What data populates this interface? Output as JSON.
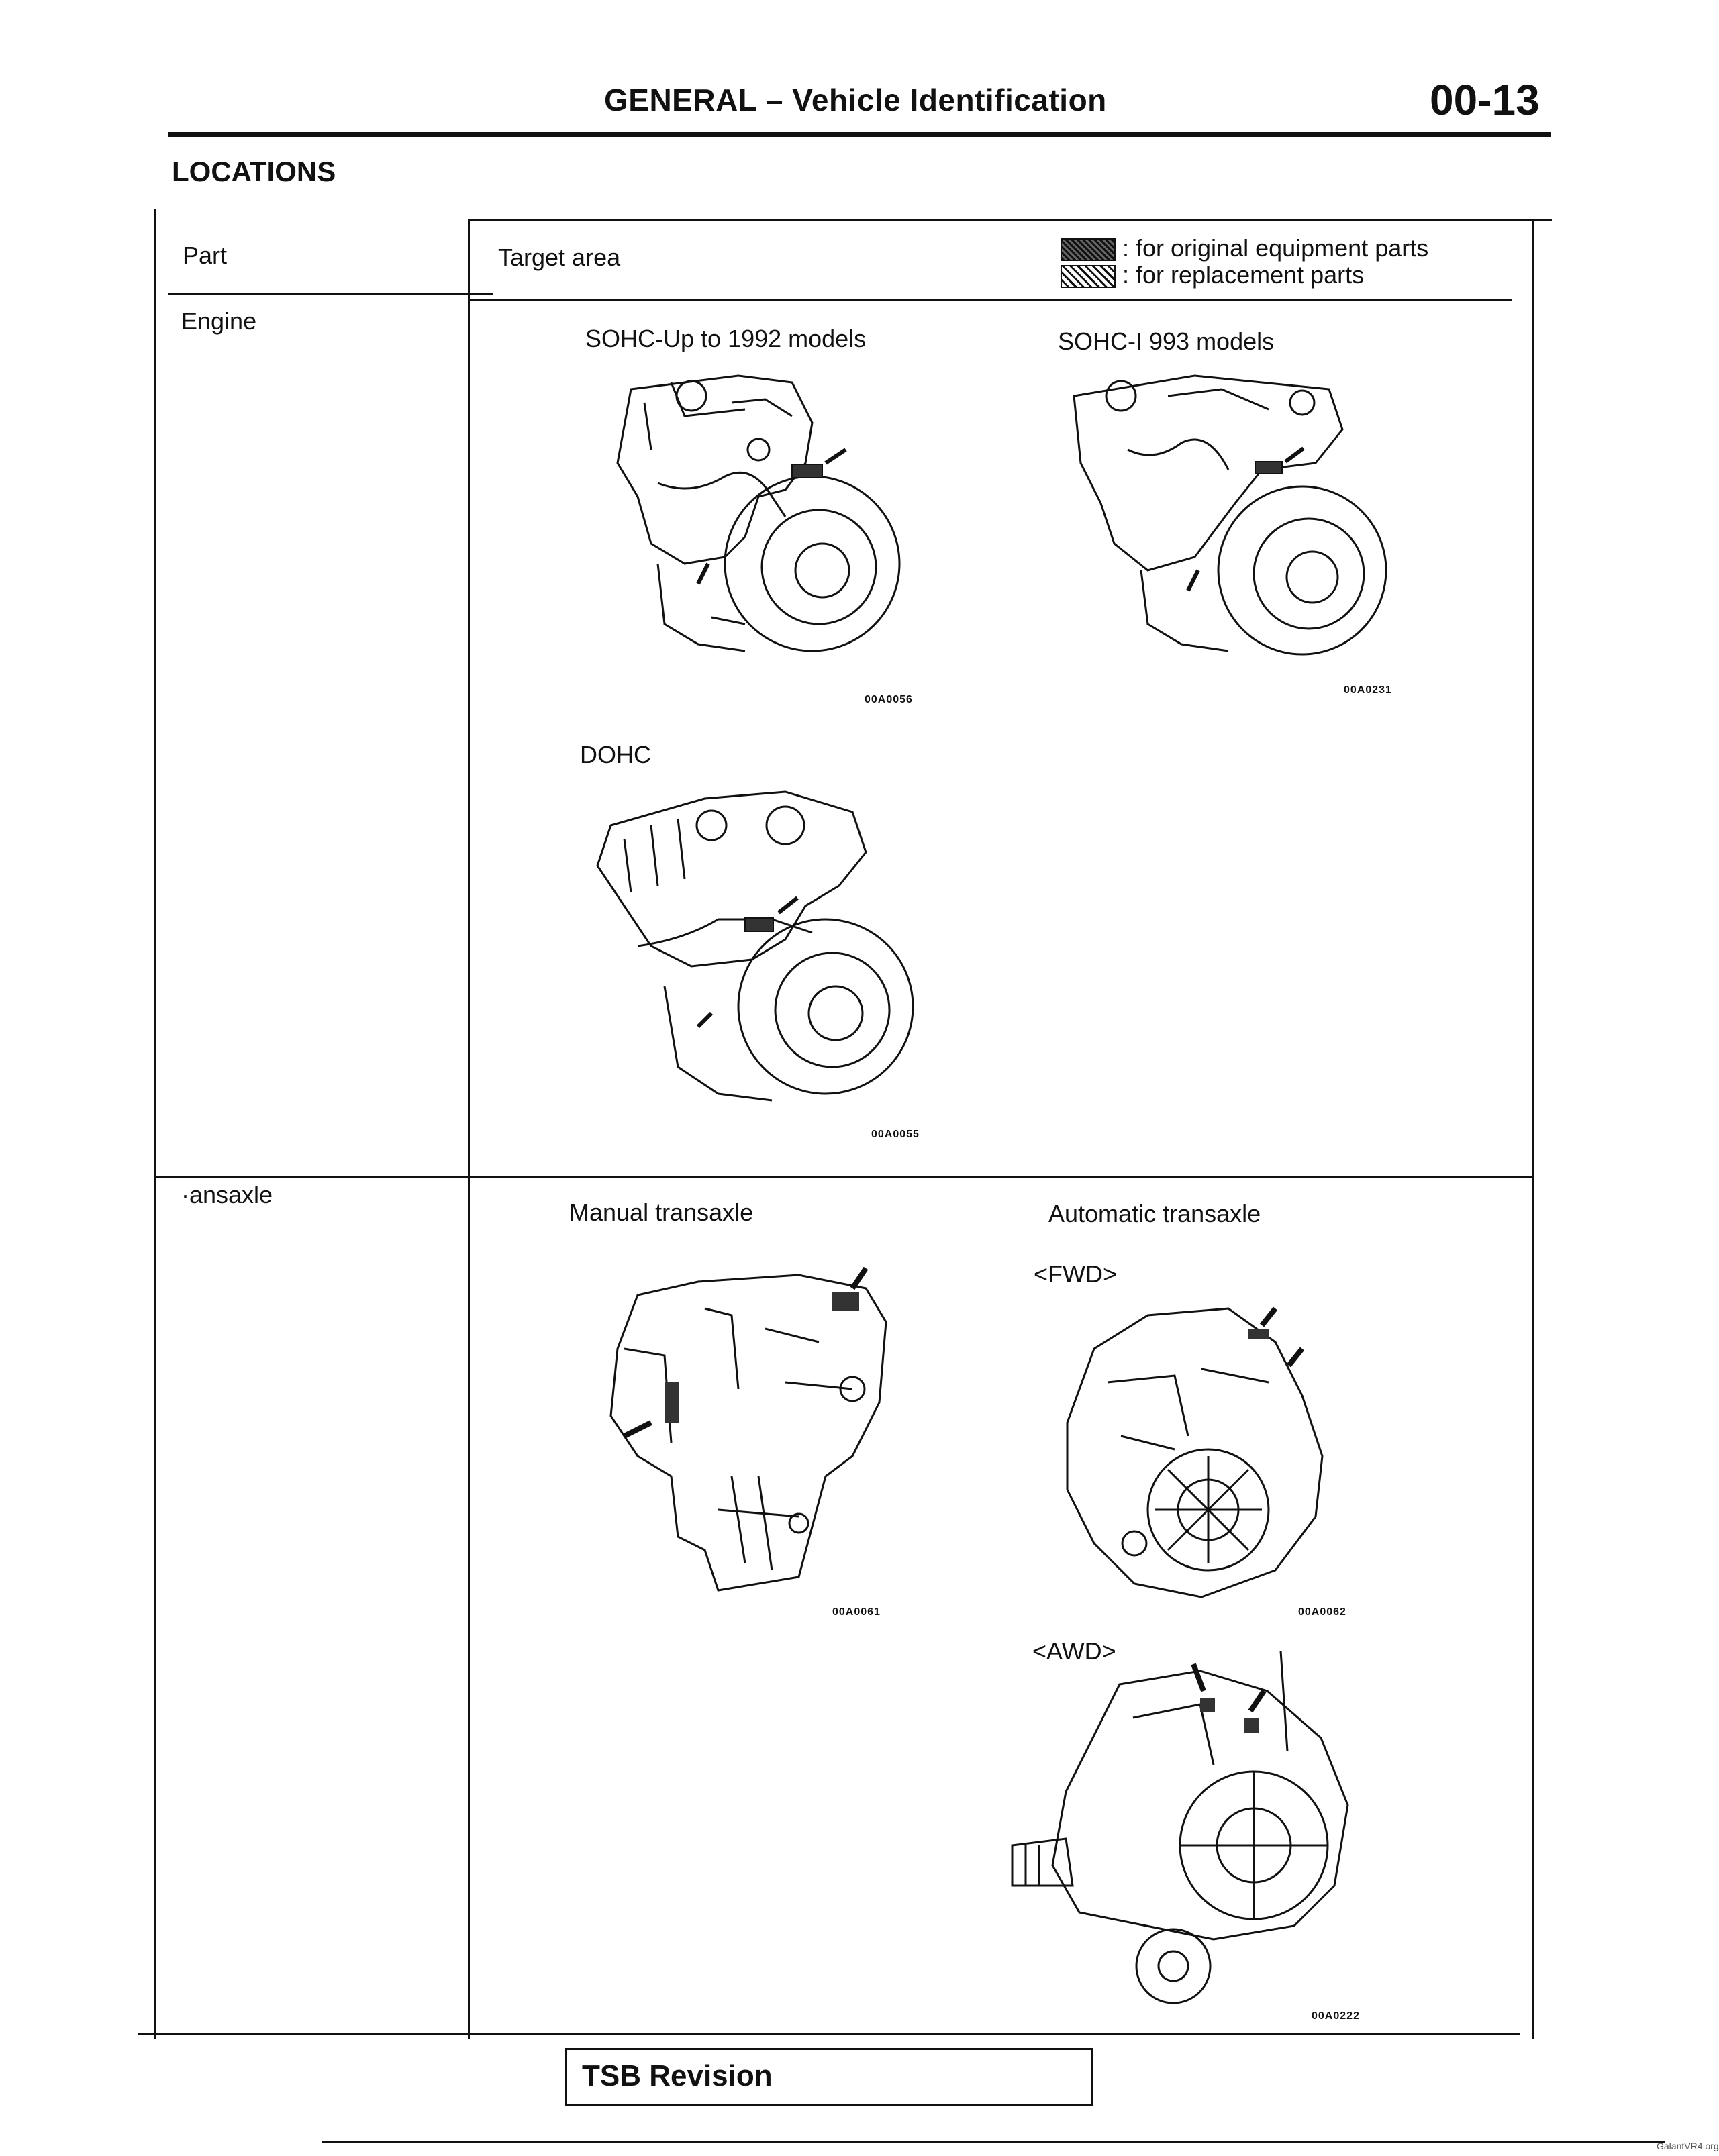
{
  "header": {
    "title": "GENERAL – Vehicle Identification",
    "page_number": "00-13"
  },
  "section_title": "LOCATIONS",
  "table": {
    "col_part": "Part",
    "col_target": "Target area",
    "legend": {
      "original": ": for original equipment parts",
      "replacement": ": for replacement parts"
    },
    "rows": [
      {
        "part": "Engine",
        "figures": [
          {
            "caption": "SOHC-Up to 1992 models",
            "code": "00A0056"
          },
          {
            "caption": "SOHC-I 993 models",
            "code": "00A0231"
          },
          {
            "caption": "DOHC",
            "code": "00A0055"
          }
        ]
      },
      {
        "part": "·ansaxle",
        "figures": [
          {
            "caption": "Manual transaxle",
            "code": "00A0061"
          },
          {
            "caption": "Automatic transaxle",
            "code": "00A0062",
            "sub": "<FWD>"
          },
          {
            "caption": "",
            "code": "00A0222",
            "sub": "<AWD>"
          }
        ]
      }
    ]
  },
  "footer": {
    "tsb_label": "TSB Revision",
    "watermark": "GalantVR4.org"
  }
}
